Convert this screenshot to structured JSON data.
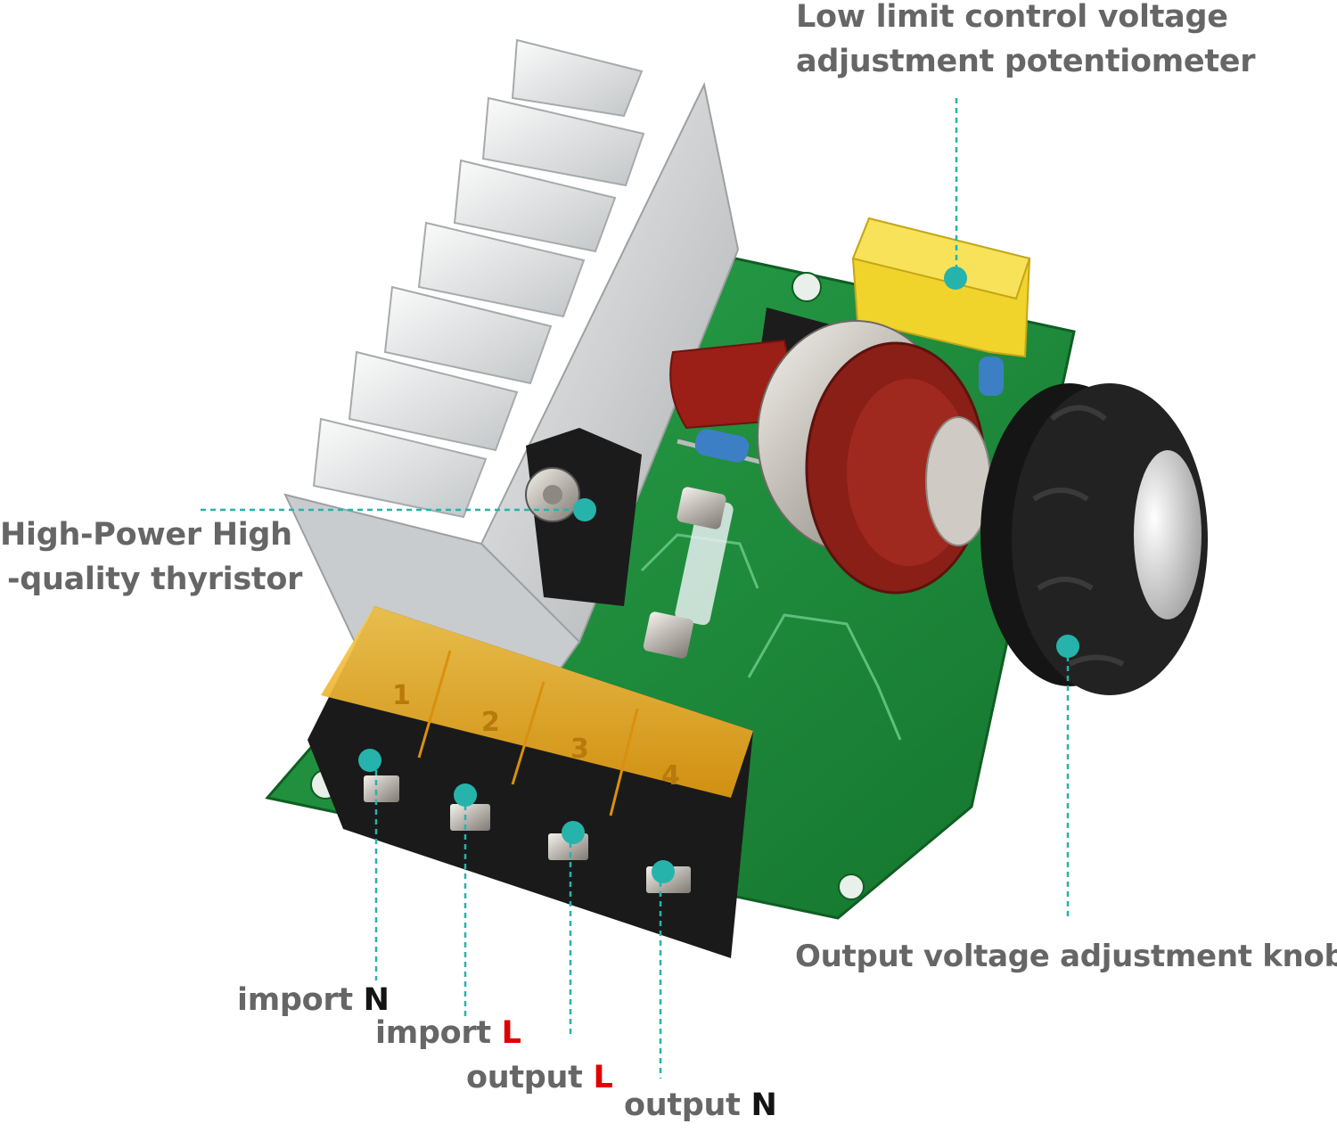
{
  "labels": {
    "potentiometer": {
      "line1": "Low limit control voltage",
      "line2": "adjustment potentiometer"
    },
    "thyristor": {
      "line1": "High-Power High",
      "line2": "-quality thyristor"
    },
    "knob": "Output voltage adjustment knob",
    "terminals": [
      {
        "word": "import",
        "letter": "N"
      },
      {
        "word": "import",
        "letter": "L"
      },
      {
        "word": "output",
        "letter": "L"
      },
      {
        "word": "output",
        "letter": "N"
      }
    ]
  },
  "terminal_numbers": [
    "1",
    "2",
    "3",
    "4"
  ],
  "colors": {
    "callout": "#26b3ab",
    "label_text": "#666666",
    "letter_N": "#141414",
    "letter_L": "#e00000",
    "pcb": "#1f8f3c",
    "heatsink": "#d9dcde",
    "capacitor_yellow": "#f0d42c",
    "terminal_cover": "#f2b31f",
    "knob": "#1a1a1a"
  }
}
